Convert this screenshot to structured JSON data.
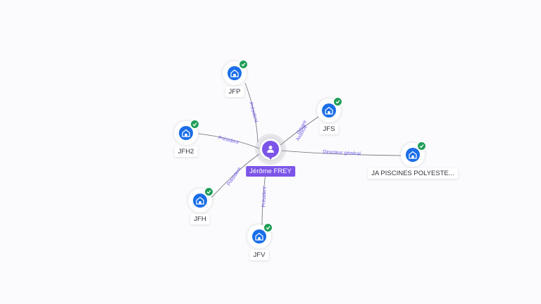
{
  "colors": {
    "background": "#fbfbfd",
    "edge": "#6b6b7a",
    "edge_label": "#6d5ce8",
    "person_accent": "#7c55e8",
    "company_icon": "#1a6ee8",
    "verified_badge": "#1f9e58"
  },
  "person": {
    "name": "Jérôme FREY",
    "icon": "user-icon"
  },
  "companies": [
    {
      "id": "jfp",
      "name": "JFP",
      "icon": "building-icon",
      "verified": true
    },
    {
      "id": "jfs",
      "name": "JFS",
      "icon": "building-icon",
      "verified": true
    },
    {
      "id": "jfh2",
      "name": "JFH2",
      "icon": "building-icon",
      "verified": true
    },
    {
      "id": "ja-piscines",
      "name": "JA PISCINES POLYESTE...",
      "icon": "building-icon",
      "verified": true
    },
    {
      "id": "jfh",
      "name": "JFH",
      "icon": "building-icon",
      "verified": true
    },
    {
      "id": "jfv",
      "name": "JFV",
      "icon": "building-icon",
      "verified": true
    }
  ],
  "relations": [
    {
      "to": "jfp",
      "labels": [
        "Président"
      ]
    },
    {
      "to": "jfs",
      "labels": [
        "Gérant",
        "Associé"
      ]
    },
    {
      "to": "jfh2",
      "labels": [
        "Président"
      ]
    },
    {
      "to": "ja-piscines",
      "labels": [
        "Directeur général"
      ]
    },
    {
      "to": "jfh",
      "labels": [
        "Président"
      ]
    },
    {
      "to": "jfv",
      "labels": [
        "Président"
      ]
    }
  ]
}
